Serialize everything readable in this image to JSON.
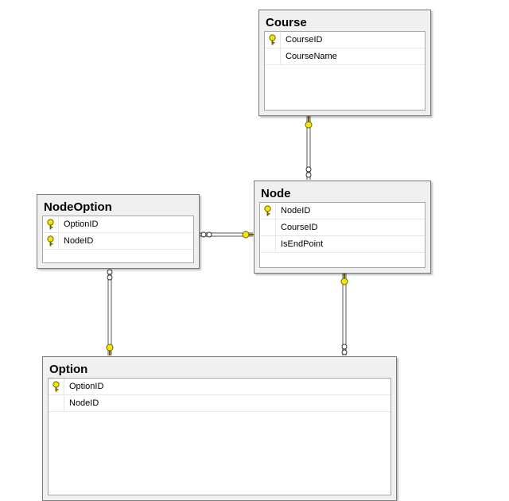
{
  "tables": {
    "course": {
      "name": "Course",
      "columns": [
        {
          "label": "CourseID",
          "key": true
        },
        {
          "label": "CourseName",
          "key": false
        }
      ]
    },
    "node": {
      "name": "Node",
      "columns": [
        {
          "label": "NodeID",
          "key": true
        },
        {
          "label": "CourseID",
          "key": false
        },
        {
          "label": "IsEndPoint",
          "key": false
        }
      ]
    },
    "nodeoption": {
      "name": "NodeOption",
      "columns": [
        {
          "label": "OptionID",
          "key": true
        },
        {
          "label": "NodeID",
          "key": true
        }
      ]
    },
    "option": {
      "name": "Option",
      "columns": [
        {
          "label": "OptionID",
          "key": true
        },
        {
          "label": "NodeID",
          "key": false
        }
      ]
    }
  },
  "relationships": [
    {
      "from": "course",
      "to": "node",
      "from_end": "key",
      "to_end": "many"
    },
    {
      "from": "node",
      "to": "nodeoption",
      "from_end": "key",
      "to_end": "many"
    },
    {
      "from": "node",
      "to": "option",
      "from_end": "key",
      "to_end": "many"
    },
    {
      "from": "option",
      "to": "nodeoption",
      "from_end": "key",
      "to_end": "many"
    }
  ],
  "colors": {
    "key_fill": "#f3e600",
    "key_stroke": "#6b6400",
    "line": "#555555"
  }
}
